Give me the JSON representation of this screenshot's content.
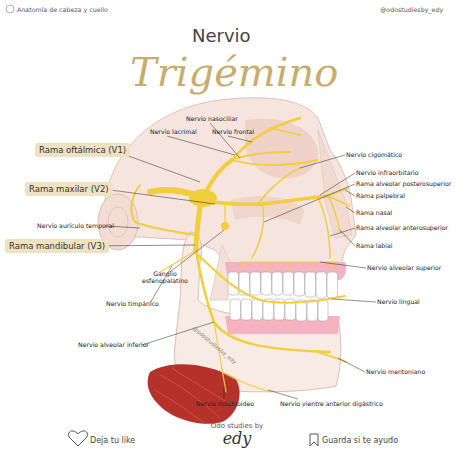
{
  "diagram": {
    "title": "Nervio Trigémino",
    "nodes": [
      {
        "text": [
          "Rama oftálmica (V1)"
        ]
      },
      {
        "text": [
          "Rama maxilar (V2)"
        ]
      },
      {
        "text": [
          "Rama mandibular (V3)"
        ]
      }
    ],
    "labels": [
      "Anatomía de cabeza y cuello",
      "@odostudiesby_edy",
      "Nervio nasociliar",
      "Nervio lacrimal",
      "Nervio frontal",
      "Nervio cigomático",
      "Nervio infraorbitario",
      "Rama alveolar posterosuperior",
      "Rama palpebral",
      "Rama nasal",
      "Rama alveolar anterosuperior",
      "Rama labial",
      "Nervio alveolar superior",
      "Nervio aurículo temporal",
      "Ganglio esfenopalatino",
      "Nervio timpánico",
      "Nervio lingual",
      "Nervio alveolar inferior",
      "Nervio mentoniano",
      "Nervio milohioideo",
      "Nervio vientre anterior digástrico",
      "@odostudiesby_edy",
      "Deja tu like",
      "Odo studies by",
      "edy",
      "Guarda si te ayudo"
    ]
  }
}
